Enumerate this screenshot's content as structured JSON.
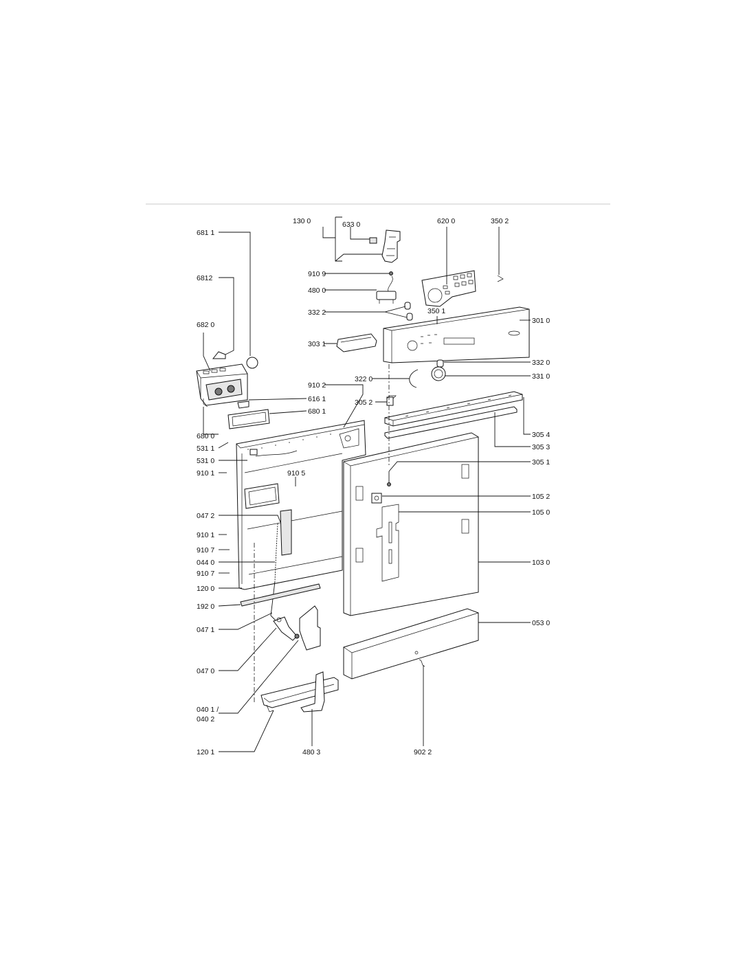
{
  "colors": {
    "ink": "#111111",
    "rule": "#c9c9c9",
    "background": "#ffffff"
  },
  "labels": {
    "p6811": "681 1",
    "p6812": "6812",
    "p6820": "682 0",
    "p6800": "680 0",
    "p5311": "531 1",
    "p5310": "531 0",
    "p9101a": "910 1",
    "p0472": "047 2",
    "p9101b": "910 1",
    "p9107a": "910 7",
    "p0440": "044 0",
    "p9107b": "910 7",
    "p1200": "120 0",
    "p1920": "192 0",
    "p0471": "047 1",
    "p0470": "047 0",
    "p0401": "040 1 /",
    "p0402": "040 2",
    "p1201": "120 1",
    "p4803": "480 3",
    "p9022": "902 2",
    "p1300": "130 0",
    "p6330": "633 0",
    "p9109": "910 9",
    "p4800": "480 0",
    "p3322": "332 2",
    "p3031": "303 1",
    "p9102": "910 2",
    "p3220": "322 0",
    "p3052": "305 2",
    "p6161": "616 1",
    "p6801": "680 1",
    "p9105": "910 5",
    "p6200": "620 0",
    "p3502": "350 2",
    "p3501": "350 1",
    "p3010": "301 0",
    "p3320": "332 0",
    "p3310": "331 0",
    "p3054": "305 4",
    "p3053": "305 3",
    "p3051": "305 1",
    "p1052": "105 2",
    "p1050": "105 0",
    "p1030": "103 0",
    "p0530": "053 0"
  }
}
